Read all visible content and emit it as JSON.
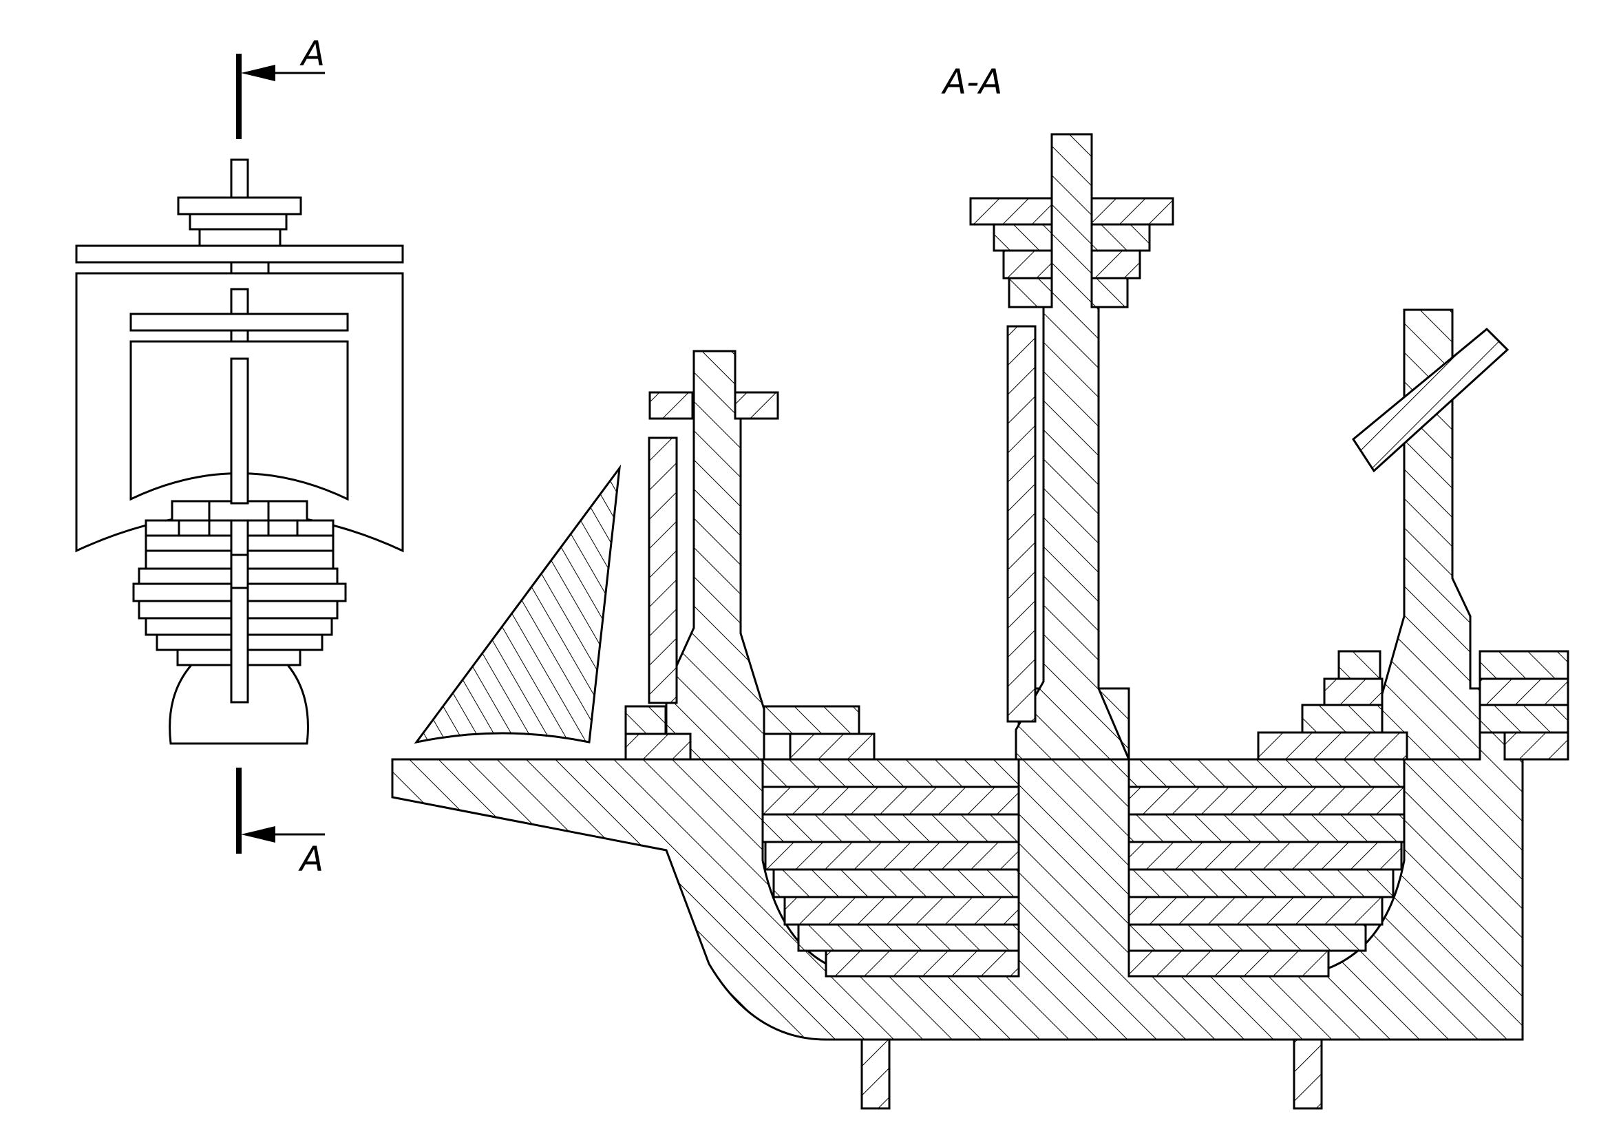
{
  "drawing": {
    "section_title": "A-A",
    "cut_label_top": "A",
    "cut_label_bottom": "A",
    "line_color": "#000000",
    "background_color": "#ffffff",
    "hatch_style": "diagonal-lines"
  }
}
